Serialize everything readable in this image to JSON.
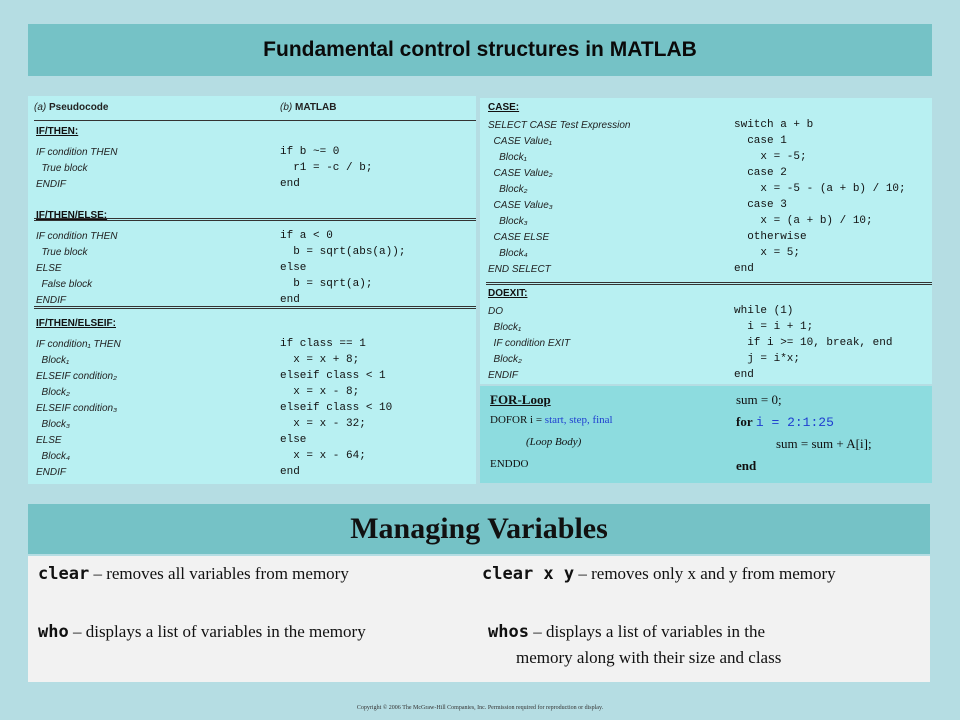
{
  "title": "Fundamental control structures in MATLAB",
  "left_panel": {
    "header_a_label": "(a)",
    "header_a": "Pseudocode",
    "header_b_label": "(b)",
    "header_b": "MATLAB",
    "sections": [
      {
        "title": "IF/THEN:",
        "rows": [
          {
            "pseudo": "IF condition THEN",
            "matlab": "if b ~= 0"
          },
          {
            "pseudo": "  True block",
            "matlab": "  r1 = -c / b;"
          },
          {
            "pseudo": "ENDIF",
            "matlab": "end"
          }
        ]
      },
      {
        "title": "IF/THEN/ELSE:",
        "rows": [
          {
            "pseudo": "IF condition THEN",
            "matlab": "if a < 0"
          },
          {
            "pseudo": "  True block",
            "matlab": "  b = sqrt(abs(a));"
          },
          {
            "pseudo": "ELSE",
            "matlab": "else"
          },
          {
            "pseudo": "  False block",
            "matlab": "  b = sqrt(a);"
          },
          {
            "pseudo": "ENDIF",
            "matlab": "end"
          }
        ]
      },
      {
        "title": "IF/THEN/ELSEIF:",
        "rows": [
          {
            "pseudo": "IF condition₁ THEN",
            "matlab": "if class == 1"
          },
          {
            "pseudo": "  Block₁",
            "matlab": "  x = x + 8;"
          },
          {
            "pseudo": "ELSEIF condition₂",
            "matlab": "elseif class < 1"
          },
          {
            "pseudo": "  Block₂",
            "matlab": "  x = x - 8;"
          },
          {
            "pseudo": "ELSEIF condition₃",
            "matlab": "elseif class < 10"
          },
          {
            "pseudo": "  Block₃",
            "matlab": "  x = x - 32;"
          },
          {
            "pseudo": "ELSE",
            "matlab": "else"
          },
          {
            "pseudo": "  Block₄",
            "matlab": "  x = x - 64;"
          },
          {
            "pseudo": "ENDIF",
            "matlab": "end"
          }
        ]
      }
    ]
  },
  "right_panel": {
    "sections": [
      {
        "title": "CASE:",
        "rows": [
          {
            "pseudo": "SELECT CASE Test Expression",
            "matlab": "switch a + b"
          },
          {
            "pseudo": "  CASE Value₁",
            "matlab": "  case 1"
          },
          {
            "pseudo": "    Block₁",
            "matlab": "    x = -5;"
          },
          {
            "pseudo": "  CASE Value₂",
            "matlab": "  case 2"
          },
          {
            "pseudo": "    Block₂",
            "matlab": "    x = -5 - (a + b) / 10;"
          },
          {
            "pseudo": "  CASE Value₃",
            "matlab": "  case 3"
          },
          {
            "pseudo": "    Block₃",
            "matlab": "    x = (a + b) / 10;"
          },
          {
            "pseudo": "  CASE ELSE",
            "matlab": "  otherwise"
          },
          {
            "pseudo": "    Block₄",
            "matlab": "    x = 5;"
          },
          {
            "pseudo": "END SELECT",
            "matlab": "end"
          }
        ]
      },
      {
        "title": "DOEXIT:",
        "rows": [
          {
            "pseudo": "DO",
            "matlab": "while (1)"
          },
          {
            "pseudo": "  Block₁",
            "matlab": "  i = i + 1;"
          },
          {
            "pseudo": "  IF condition EXIT",
            "matlab": "  if i >= 10, break, end"
          },
          {
            "pseudo": "  Block₂",
            "matlab": "  j = i*x;"
          },
          {
            "pseudo": "ENDIF",
            "matlab": "end"
          }
        ]
      }
    ]
  },
  "for_loop": {
    "title": "FOR-Loop",
    "line1_prefix": "DOFOR i = ",
    "line1_rest": "start, step, final",
    "line2": "(Loop Body)",
    "line3": "ENDDO",
    "code1": "sum = 0;",
    "code2_kw": "for",
    "code2_rest": "i = 2:1:25",
    "code3": "sum = sum + A[i];",
    "code4": "end",
    "accent_color": "#1f3fd0"
  },
  "managing": {
    "title": "Managing Variables",
    "items": [
      {
        "cmd": "clear",
        "desc": " – removes all variables from memory"
      },
      {
        "cmd": "clear x y",
        "desc": " – removes only x and y from memory"
      },
      {
        "cmd": "who",
        "desc": " – displays a list of variables in the memory"
      },
      {
        "cmd": "whos",
        "desc": " – displays a list of variables in the",
        "desc2": "memory along with their size and class"
      }
    ]
  },
  "copyright": "Copyright © 2006 The McGraw-Hill Companies, Inc.  Permission required for reproduction or display."
}
